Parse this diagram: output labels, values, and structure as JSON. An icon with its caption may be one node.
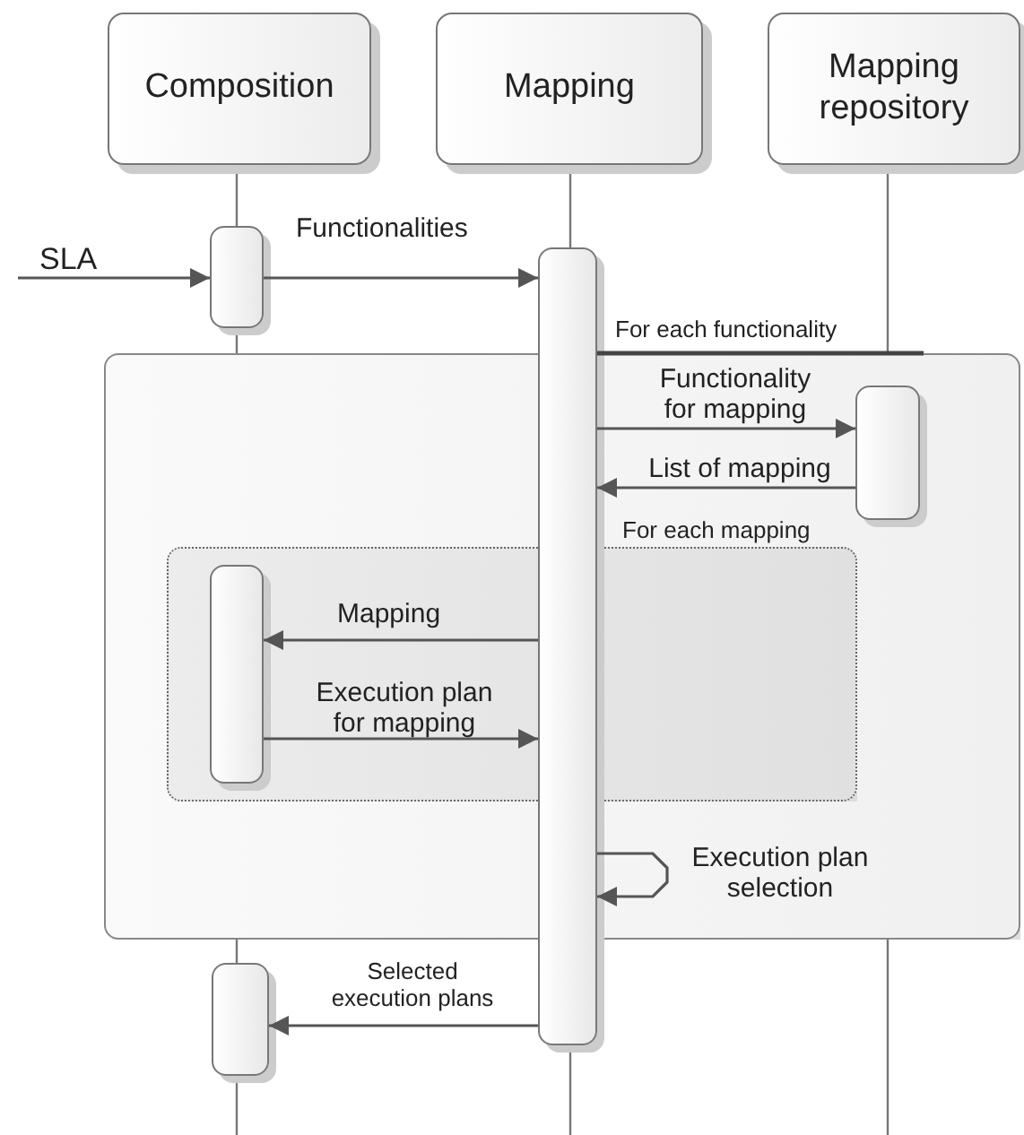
{
  "diagram": {
    "nodes": [
      {
        "text": [
          "Composition"
        ]
      },
      {
        "text": [
          "Mapping"
        ]
      },
      {
        "text": [
          "Mapping repository"
        ]
      },
      {
        "text": [
          "For each functionality"
        ]
      },
      {
        "text": [
          "For each mapping"
        ],
        "in": 3
      },
      {
        "text": [],
        "shape": "bar"
      },
      {
        "text": [],
        "shape": "bar"
      },
      {
        "text": [],
        "shape": "bar",
        "in": 3
      },
      {
        "text": [],
        "shape": "bar",
        "in": 4
      },
      {
        "text": [],
        "shape": "bar"
      }
    ],
    "edges": [
      {
        "from": null,
        "to": 5,
        "arrow": "to",
        "label": "SLA"
      },
      {
        "from": 5,
        "to": 6,
        "arrow": "to",
        "label": "Functionalities"
      },
      {
        "from": 6,
        "to": 7,
        "arrow": "to",
        "label": "Functionality for mapping"
      },
      {
        "from": 7,
        "to": 6,
        "arrow": "to",
        "label": "List of mapping"
      },
      {
        "from": 6,
        "to": 8,
        "arrow": "to",
        "label": "Mapping"
      },
      {
        "from": 8,
        "to": 6,
        "arrow": "to",
        "label": "Execution plan for mapping"
      },
      {
        "from": 6,
        "to": 6,
        "arrow": "to",
        "label": "Execution plan selection"
      },
      {
        "from": 6,
        "to": 9,
        "arrow": "to",
        "label": "Selected execution plans"
      }
    ]
  }
}
